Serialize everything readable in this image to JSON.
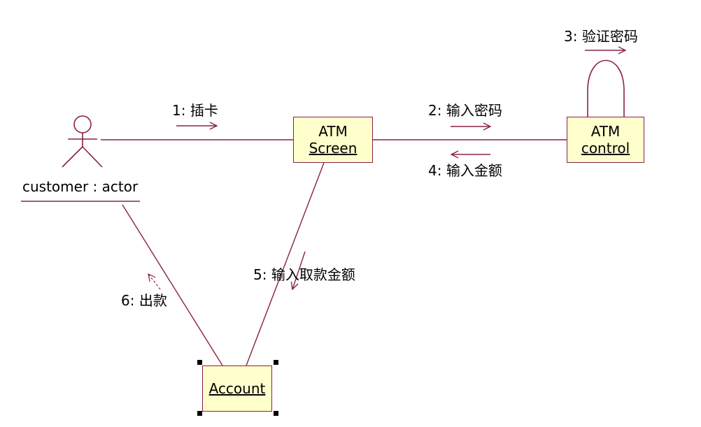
{
  "colors": {
    "line": "#8a2048",
    "object_fill": "#ffffcc",
    "handle": "#000000"
  },
  "actor": {
    "label": "customer : actor"
  },
  "objects": {
    "atm_screen": {
      "line1": "ATM",
      "line2": "Screen"
    },
    "atm_control": {
      "line1": "ATM",
      "line2": "control"
    },
    "account": {
      "name": "Account"
    }
  },
  "messages": {
    "m1": "1: 插卡",
    "m2": "2: 输入密码",
    "m3": "3: 验证密码",
    "m4": "4: 输入金额",
    "m5": "5: 输入取款金额",
    "m6": "6: 出款"
  }
}
